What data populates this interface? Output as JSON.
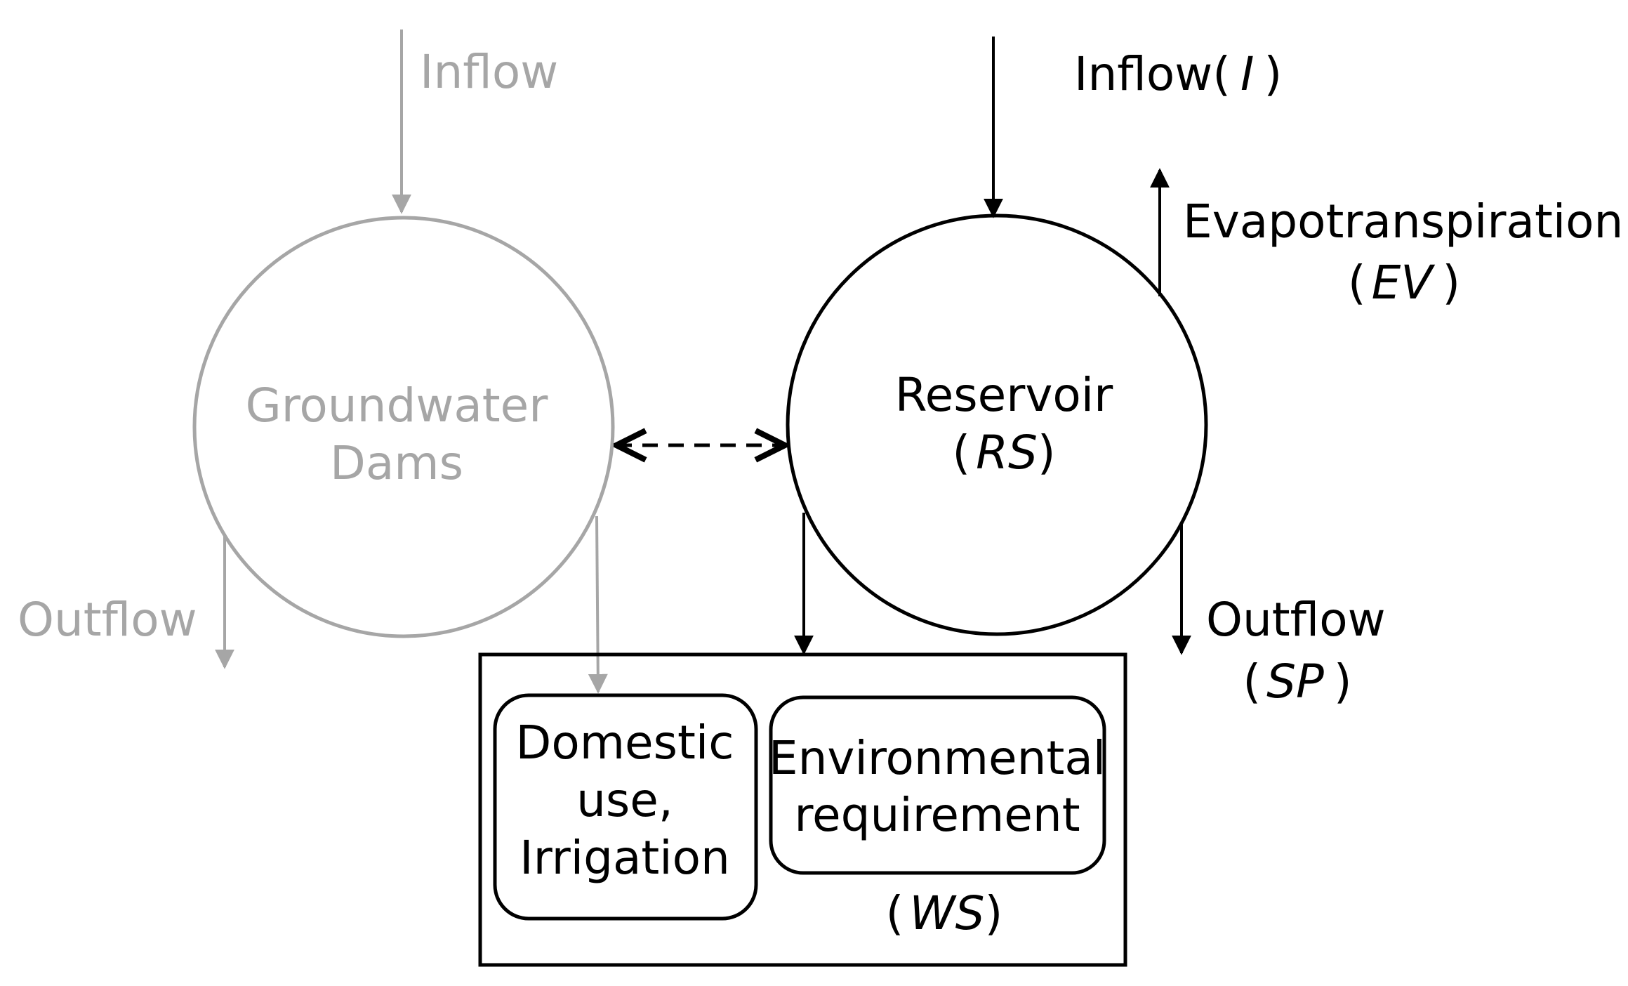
{
  "groundwater": {
    "inflow": "Inflow",
    "outflow": "Outflow",
    "title_line1": "Groundwater",
    "title_line2": "Dams"
  },
  "reservoir": {
    "inflow_word": "Inflow(",
    "inflow_symbol": "I",
    "inflow_close": ")",
    "evap_word": "Evapotranspiration",
    "evap_open": "(",
    "evap_symbol": "EV",
    "evap_close": ")",
    "title": "Reservoir",
    "rs_open": "(",
    "rs_symbol": "RS",
    "rs_close": ")",
    "outflow_word": "Outflow",
    "sp_open": "(",
    "sp_symbol": "SP",
    "sp_close": ")"
  },
  "water_supply": {
    "domestic_line1": "Domestic",
    "domestic_line2": "use,",
    "domestic_line3": "Irrigation",
    "env_line1": "Environmental",
    "env_line2": "requirement",
    "ws_open": "(",
    "ws_symbol": "WS",
    "ws_close": ")"
  },
  "colors": {
    "groundwater": "#a6a6a6",
    "reservoir": "#000000"
  }
}
